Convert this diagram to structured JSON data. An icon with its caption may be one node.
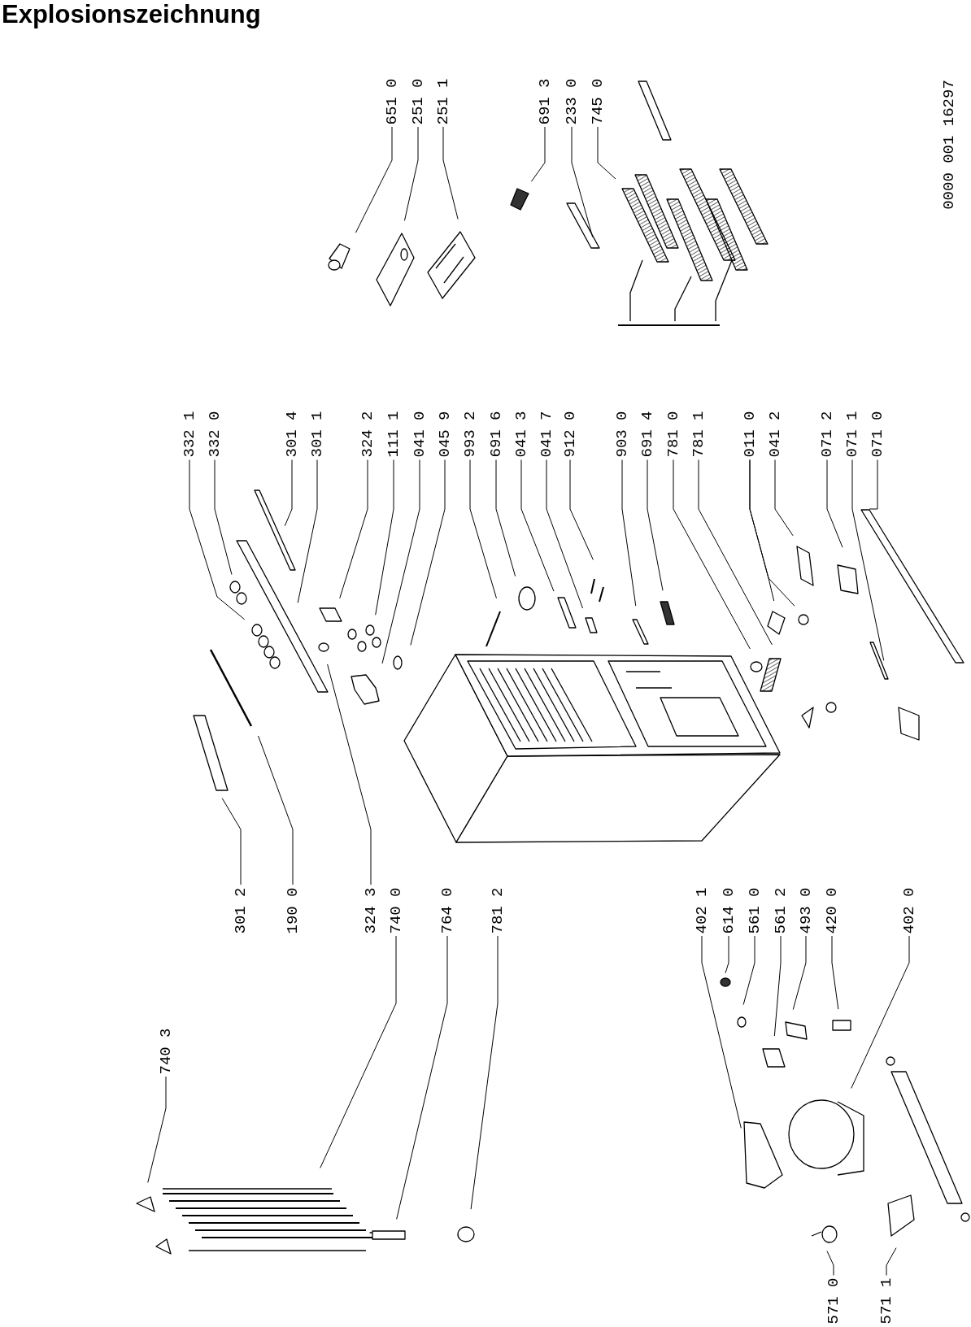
{
  "diagram": {
    "title": "Explosionszeichnung",
    "nodes": [
      {
        "text": [
          "651 0"
        ]
      },
      {
        "text": [
          "251 0"
        ]
      },
      {
        "text": [
          "251 1"
        ]
      },
      {
        "text": [
          "691 3"
        ]
      },
      {
        "text": [
          "233 0"
        ]
      },
      {
        "text": [
          "745 0"
        ]
      },
      {
        "text": [
          "332 1"
        ]
      },
      {
        "text": [
          "332 0"
        ]
      },
      {
        "text": [
          "301 4"
        ]
      },
      {
        "text": [
          "301 1"
        ]
      },
      {
        "text": [
          "324 2"
        ]
      },
      {
        "text": [
          "111 1"
        ]
      },
      {
        "text": [
          "041 0"
        ]
      },
      {
        "text": [
          "045 9"
        ]
      },
      {
        "text": [
          "993 2"
        ]
      },
      {
        "text": [
          "691 6"
        ]
      },
      {
        "text": [
          "041 3"
        ]
      },
      {
        "text": [
          "041 7"
        ]
      },
      {
        "text": [
          "912 0"
        ]
      },
      {
        "text": [
          "903 0"
        ]
      },
      {
        "text": [
          "691 4"
        ]
      },
      {
        "text": [
          "781 0"
        ]
      },
      {
        "text": [
          "781 1"
        ]
      },
      {
        "text": [
          "011 0"
        ]
      },
      {
        "text": [
          "041 2"
        ]
      },
      {
        "text": [
          "071 2"
        ]
      },
      {
        "text": [
          "071 1"
        ]
      },
      {
        "text": [
          "071 0"
        ]
      },
      {
        "text": [
          "301 2"
        ]
      },
      {
        "text": [
          "190 0"
        ]
      },
      {
        "text": [
          "324 3"
        ]
      },
      {
        "text": [
          "740 0"
        ]
      },
      {
        "text": [
          "764 0"
        ]
      },
      {
        "text": [
          "781 2"
        ]
      },
      {
        "text": [
          "402 1"
        ]
      },
      {
        "text": [
          "614 0"
        ]
      },
      {
        "text": [
          "561 0"
        ]
      },
      {
        "text": [
          "561 2"
        ]
      },
      {
        "text": [
          "493 0"
        ]
      },
      {
        "text": [
          "420 0"
        ]
      },
      {
        "text": [
          "402 0"
        ]
      },
      {
        "text": [
          "740 3"
        ]
      },
      {
        "text": [
          "571 0"
        ]
      },
      {
        "text": [
          "571 1"
        ]
      }
    ],
    "edges": [
      {
        "from": 0,
        "to": null,
        "arrow": "none"
      },
      {
        "from": 1,
        "to": null,
        "arrow": "none"
      },
      {
        "from": 2,
        "to": null,
        "arrow": "none"
      },
      {
        "from": 3,
        "to": null,
        "arrow": "none"
      },
      {
        "from": 4,
        "to": null,
        "arrow": "none"
      },
      {
        "from": 5,
        "to": null,
        "arrow": "none"
      },
      {
        "from": 6,
        "to": null,
        "arrow": "none"
      },
      {
        "from": 7,
        "to": null,
        "arrow": "none"
      },
      {
        "from": 8,
        "to": null,
        "arrow": "none"
      },
      {
        "from": 9,
        "to": null,
        "arrow": "none"
      },
      {
        "from": 10,
        "to": null,
        "arrow": "none"
      },
      {
        "from": 11,
        "to": null,
        "arrow": "none"
      },
      {
        "from": 12,
        "to": null,
        "arrow": "none"
      },
      {
        "from": 13,
        "to": null,
        "arrow": "none"
      },
      {
        "from": 14,
        "to": null,
        "arrow": "none"
      },
      {
        "from": 15,
        "to": null,
        "arrow": "none"
      },
      {
        "from": 16,
        "to": null,
        "arrow": "none"
      },
      {
        "from": 17,
        "to": null,
        "arrow": "none"
      },
      {
        "from": 18,
        "to": null,
        "arrow": "none"
      },
      {
        "from": 19,
        "to": null,
        "arrow": "none"
      },
      {
        "from": 20,
        "to": null,
        "arrow": "none"
      },
      {
        "from": 21,
        "to": null,
        "arrow": "none"
      },
      {
        "from": 22,
        "to": null,
        "arrow": "none"
      },
      {
        "from": 23,
        "to": null,
        "arrow": "none"
      },
      {
        "from": 23,
        "to": null,
        "arrow": "none"
      },
      {
        "from": 24,
        "to": null,
        "arrow": "none"
      },
      {
        "from": 25,
        "to": null,
        "arrow": "none"
      },
      {
        "from": 26,
        "to": null,
        "arrow": "none"
      },
      {
        "from": 27,
        "to": null,
        "arrow": "none"
      },
      {
        "from": 28,
        "to": null,
        "arrow": "none"
      },
      {
        "from": 29,
        "to": null,
        "arrow": "none"
      },
      {
        "from": 30,
        "to": null,
        "arrow": "none"
      },
      {
        "from": 31,
        "to": null,
        "arrow": "none"
      },
      {
        "from": 32,
        "to": null,
        "arrow": "none"
      },
      {
        "from": 33,
        "to": null,
        "arrow": "none"
      },
      {
        "from": 34,
        "to": null,
        "arrow": "none"
      },
      {
        "from": 35,
        "to": null,
        "arrow": "none"
      },
      {
        "from": 36,
        "to": null,
        "arrow": "none"
      },
      {
        "from": 37,
        "to": null,
        "arrow": "none"
      },
      {
        "from": 38,
        "to": null,
        "arrow": "none"
      },
      {
        "from": 39,
        "to": null,
        "arrow": "none"
      },
      {
        "from": 40,
        "to": null,
        "arrow": "none"
      },
      {
        "from": 41,
        "to": null,
        "arrow": "none"
      },
      {
        "from": 42,
        "to": null,
        "arrow": "none"
      },
      {
        "from": 43,
        "to": null,
        "arrow": "none"
      }
    ],
    "labels": [
      "0000 001 16297"
    ]
  }
}
